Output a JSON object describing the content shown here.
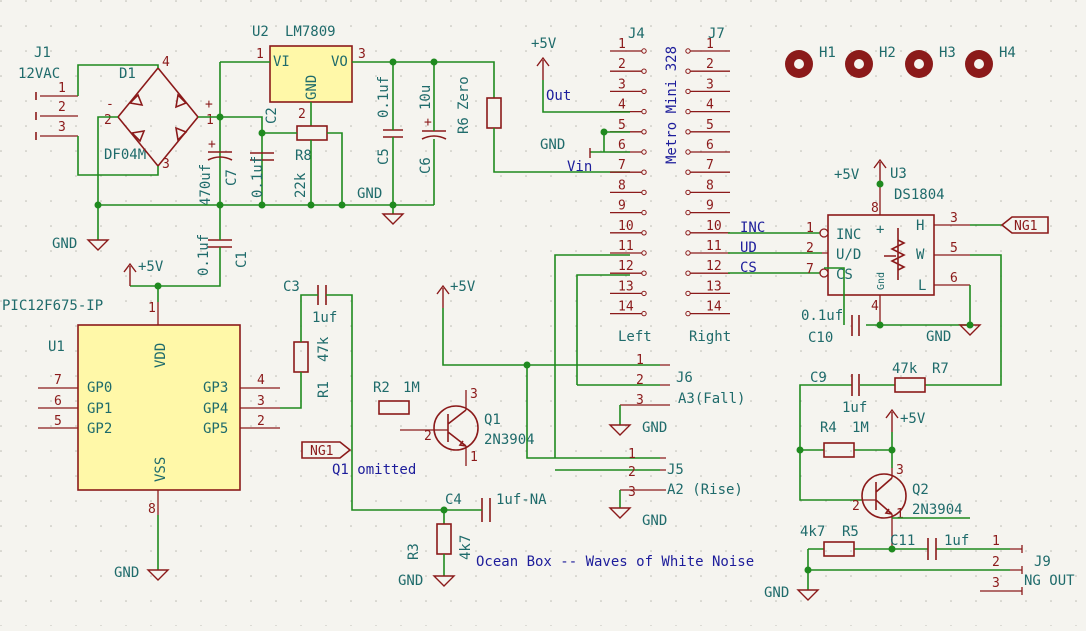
{
  "sheet_title": "Ocean Box -- Waves of White Noise",
  "components": {
    "j1": {
      "ref": "J1",
      "value": "12VAC",
      "pins": [
        "1",
        "2",
        "3"
      ]
    },
    "d1": {
      "ref": "D1",
      "value": "DF04M",
      "pins": [
        "1",
        "2",
        "3",
        "4"
      ],
      "plus": "+",
      "minus": "-"
    },
    "u2": {
      "ref": "U2",
      "value": "LM7809",
      "vi": "VI",
      "vo": "VO",
      "gnd": "GND",
      "pins": [
        "1",
        "2",
        "3"
      ]
    },
    "c7": {
      "ref": "C7",
      "value": "470uf",
      "plus": "+"
    },
    "c2": {
      "ref": "C2",
      "value": "0.1uf"
    },
    "r8": {
      "ref": "R8",
      "value": "22k"
    },
    "c5": {
      "ref": "C5",
      "value": "0.1uf"
    },
    "c6": {
      "ref": "C6",
      "value": "10u",
      "plus": "+"
    },
    "r6": {
      "ref": "R6",
      "value": "Zero"
    },
    "c1": {
      "ref": "C1",
      "value": "0.1uf"
    },
    "u1": {
      "ref": "U1",
      "value": "PIC12F675-IP",
      "vdd": "VDD",
      "vss": "VSS",
      "left_pins": [
        {
          "num": "7",
          "name": "GP0"
        },
        {
          "num": "6",
          "name": "GP1"
        },
        {
          "num": "5",
          "name": "GP2"
        }
      ],
      "right_pins": [
        {
          "num": "4",
          "name": "GP3"
        },
        {
          "num": "3",
          "name": "GP4"
        },
        {
          "num": "2",
          "name": "GP5"
        }
      ],
      "pin_vdd": "1",
      "pin_vss": "8"
    },
    "c3": {
      "ref": "C3",
      "value": "1uf"
    },
    "r1": {
      "ref": "R1",
      "value": "47k"
    },
    "r2": {
      "ref": "R2",
      "value": "1M"
    },
    "q1": {
      "ref": "Q1",
      "value": "2N3904",
      "pins": [
        "1",
        "2",
        "3"
      ],
      "note": "Q1 omitted"
    },
    "c4": {
      "ref": "C4",
      "value": "1uf-NA"
    },
    "r3": {
      "ref": "R3",
      "value": "4k7"
    },
    "j4": {
      "ref": "J4",
      "pins": [
        "1",
        "2",
        "3",
        "4",
        "5",
        "6",
        "7",
        "8",
        "9",
        "10",
        "11",
        "12",
        "13",
        "14"
      ],
      "side": "Left"
    },
    "j7": {
      "ref": "J7",
      "pins": [
        "1",
        "2",
        "3",
        "4",
        "5",
        "6",
        "7",
        "8",
        "9",
        "10",
        "11",
        "12",
        "13",
        "14"
      ],
      "side": "Right"
    },
    "metro": {
      "label": "Metro Mini 328"
    },
    "j6": {
      "ref": "J6",
      "value": "A3(Fall)",
      "pins": [
        "1",
        "2",
        "3"
      ]
    },
    "j5": {
      "ref": "J5",
      "value": "A2 (Rise)",
      "pins": [
        "1",
        "2",
        "3"
      ]
    },
    "holes": [
      "H1",
      "H2",
      "H3",
      "H4"
    ],
    "u3": {
      "ref": "U3",
      "value": "DS1804",
      "pins_left": [
        {
          "num": "1",
          "name": "INC"
        },
        {
          "num": "2",
          "name": "U/D"
        },
        {
          "num": "7",
          "name": "CS"
        }
      ],
      "pins_right": [
        {
          "num": "3",
          "name": "H"
        },
        {
          "num": "5",
          "name": "W"
        },
        {
          "num": "6",
          "name": "L"
        }
      ],
      "pin_top": "8",
      "pin_bottom": "4",
      "gnd": "Gnd",
      "plus": "+"
    },
    "c10": {
      "ref": "C10",
      "value": "0.1uf"
    },
    "c9": {
      "ref": "C9",
      "value": "1uf"
    },
    "r7": {
      "ref": "R7",
      "value": "47k"
    },
    "r4": {
      "ref": "R4",
      "value": "1M"
    },
    "q2": {
      "ref": "Q2",
      "value": "2N3904",
      "pins": [
        "1",
        "2",
        "3"
      ]
    },
    "r5": {
      "ref": "R5",
      "value": "4k7"
    },
    "c11": {
      "ref": "C11",
      "value": "1uf"
    },
    "j9": {
      "ref": "J9",
      "value": "NG OUT",
      "pins": [
        "1",
        "2",
        "3"
      ]
    }
  },
  "nets": {
    "plus5v": "+5V",
    "gnd": "GND",
    "out": "Out",
    "vin": "Vin",
    "inc": "INC",
    "ud": "UD",
    "cs": "CS",
    "ng1": "NG1"
  }
}
